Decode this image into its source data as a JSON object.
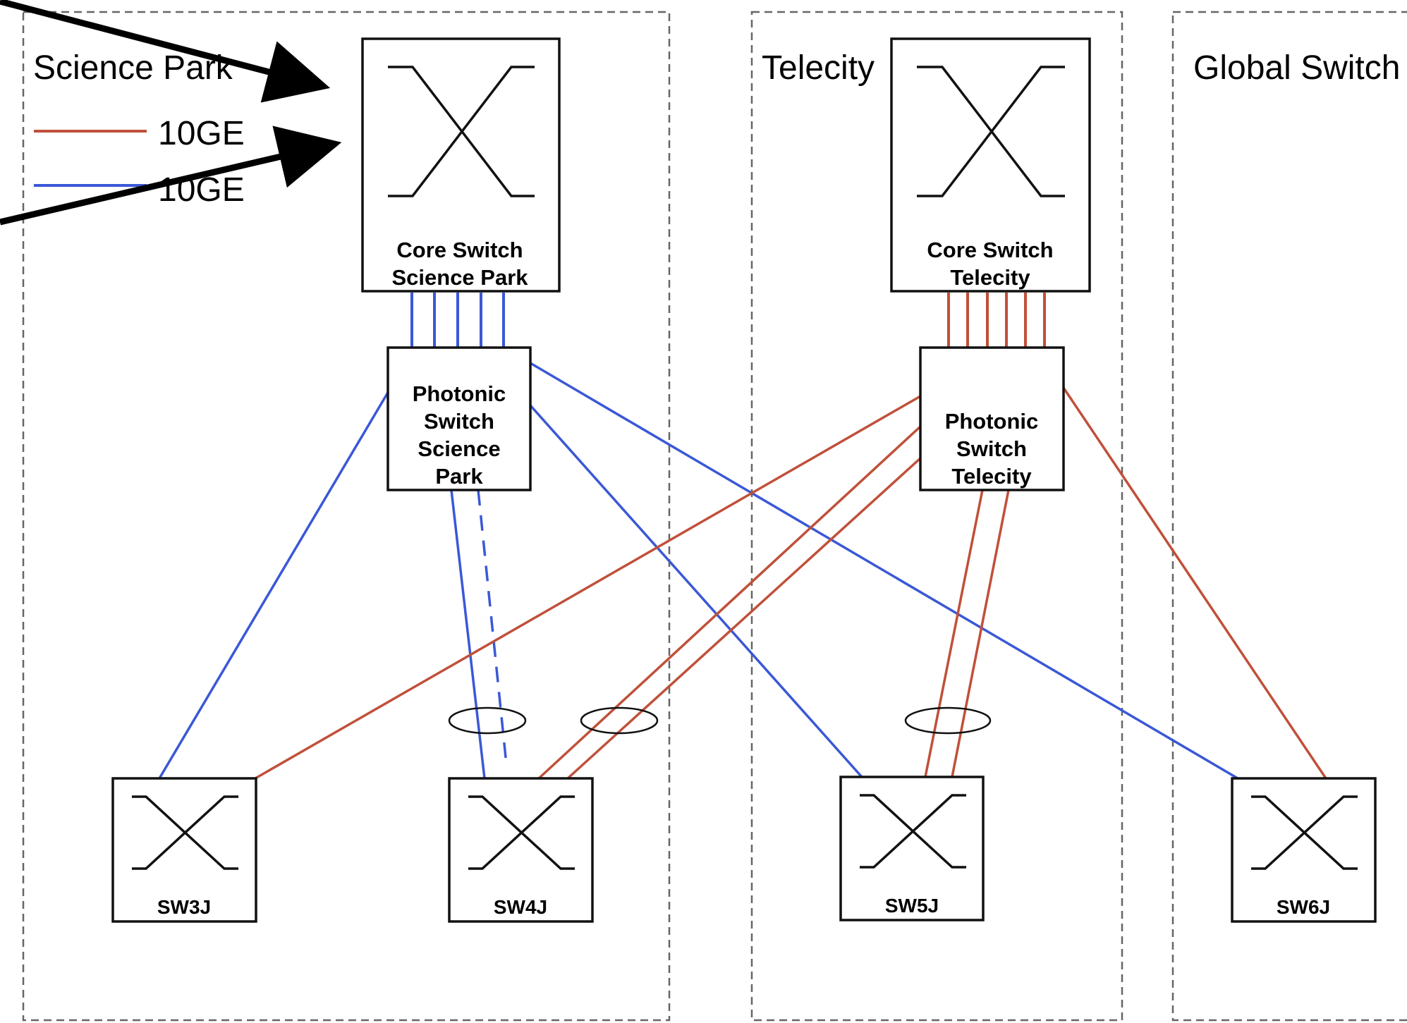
{
  "colors": {
    "red": "#c0503a",
    "blue": "#3a58d6",
    "zone_border": "#666666",
    "stroke": "#111111"
  },
  "zones": {
    "science_park": "Science Park",
    "telecity": "Telecity",
    "global_switch": "Global Switch"
  },
  "legend": {
    "red_label": "10GE",
    "blue_label": "10GE"
  },
  "core_science": [
    "Core Switch",
    "Science Park"
  ],
  "core_telecity": [
    "Core Switch",
    "Telecity"
  ],
  "photonic_science": [
    "Photonic",
    "Switch",
    "Science",
    "Park"
  ],
  "photonic_telecity": [
    "Photonic",
    "Switch",
    "Telecity"
  ],
  "switches": {
    "sw3": "SW3J",
    "sw4": "SW4J",
    "sw5": "SW5J",
    "sw6": "SW6J"
  },
  "icons": [
    "switch-cross-icon",
    "arrow-icon",
    "link-bundle-ellipse-icon"
  ]
}
